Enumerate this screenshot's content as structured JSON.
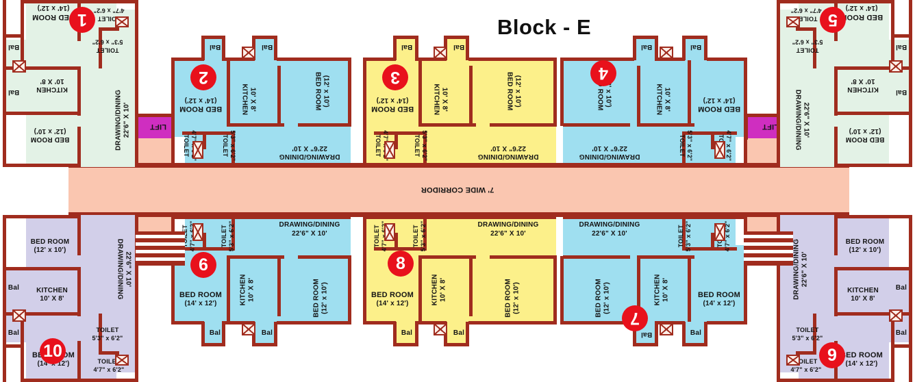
{
  "title": "Block - E",
  "corridor": {
    "label": "7' WIDE CORRIDOR",
    "fill": "#fac6b0"
  },
  "lift": {
    "label": "LIFT",
    "fill": "#cf2ec0"
  },
  "colors": {
    "wall": "#a02c1e",
    "badge": "#e8111c",
    "mint": "#e3f2e6",
    "cyan": "#9fdff0",
    "yellow": "#fcf08a",
    "lavender": "#d2cfe9",
    "corridor": "#fac6b0",
    "lift": "#cf2ec0",
    "text": "#141414",
    "background": "#ffffff"
  },
  "room_labels": {
    "bedroom_large": {
      "name": "BED ROOM",
      "size": "(14' x 12')"
    },
    "bedroom_small": {
      "name": "BED ROOM",
      "size": "(12' x 10')"
    },
    "kitchen": {
      "name": "KITCHEN",
      "size": "10' X 8'"
    },
    "drawing": {
      "name": "DRAWING/DINING",
      "size": "22'6\" X 10'"
    },
    "toilet_a": {
      "name": "TOILET",
      "size": "4'7\" x 6'2\""
    },
    "toilet_b": {
      "name": "TOILET",
      "size": "5'3\" x 6'2\""
    },
    "balcony": {
      "name": "Bal"
    }
  },
  "units": [
    {
      "number": "1",
      "fill": "mint",
      "position": "top-left-corner",
      "orientation": "rotated-180"
    },
    {
      "number": "2",
      "fill": "cyan",
      "position": "top-left-middle",
      "orientation": "rotated-180"
    },
    {
      "number": "3",
      "fill": "yellow",
      "position": "top-center",
      "orientation": "rotated-180"
    },
    {
      "number": "4",
      "fill": "cyan",
      "position": "top-right-middle",
      "orientation": "rotated-180"
    },
    {
      "number": "5",
      "fill": "mint",
      "position": "top-right-corner",
      "orientation": "rotated-180"
    },
    {
      "number": "6",
      "fill": "cyan",
      "position": "bottom-left-middle",
      "orientation": "normal"
    },
    {
      "number": "7",
      "fill": "cyan",
      "position": "bottom-right-middle",
      "orientation": "rotated-180"
    },
    {
      "number": "8",
      "fill": "yellow",
      "position": "bottom-center",
      "orientation": "normal"
    },
    {
      "number": "9",
      "fill": "lavender",
      "position": "bottom-right-corner",
      "orientation": "normal"
    },
    {
      "number": "10",
      "fill": "lavender",
      "position": "bottom-left-corner",
      "orientation": "normal"
    }
  ]
}
